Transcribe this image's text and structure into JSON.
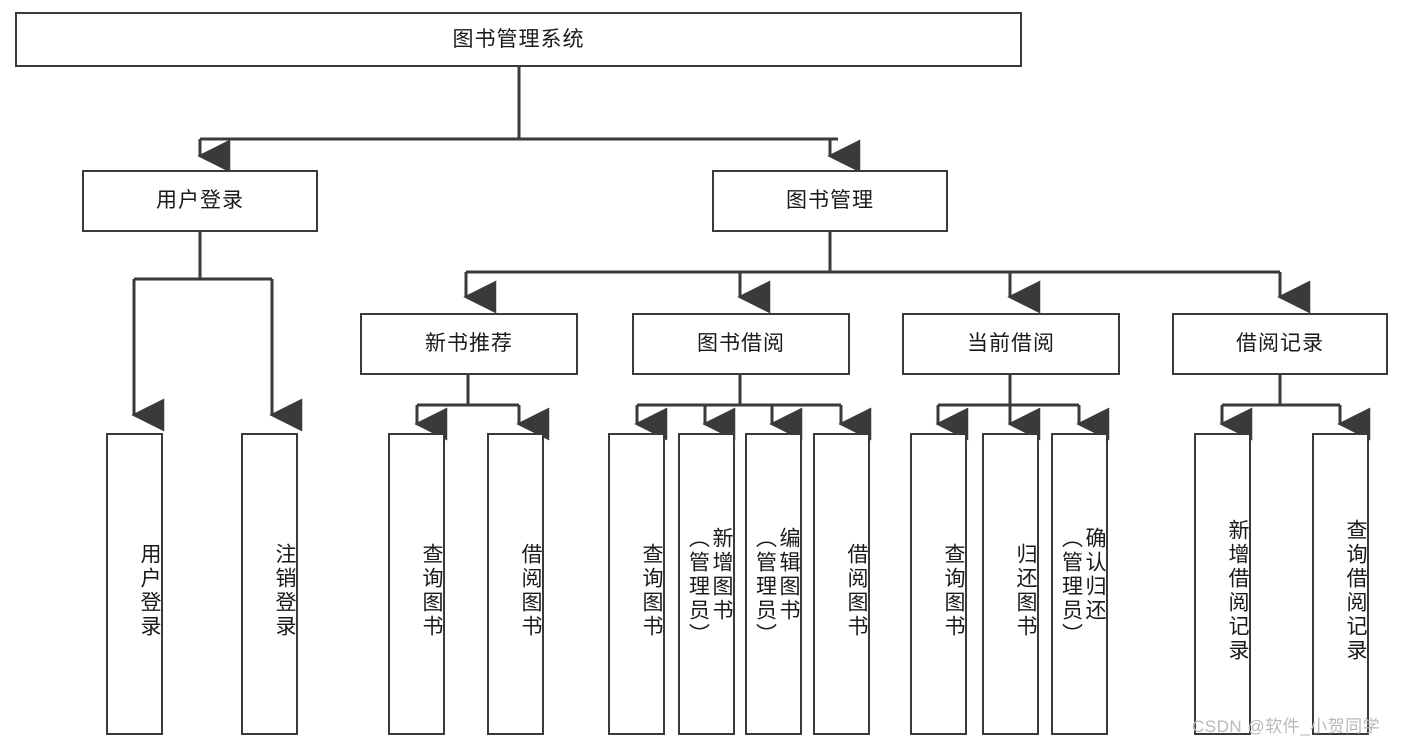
{
  "diagram": {
    "type": "tree-hierarchy",
    "title": "图书管理系统",
    "root": {
      "id": "root",
      "label": "图书管理系统"
    },
    "level1": [
      {
        "id": "user-login",
        "label": "用户登录"
      },
      {
        "id": "book-manage",
        "label": "图书管理"
      }
    ],
    "level2": [
      {
        "id": "new-book-rec",
        "label": "新书推荐",
        "parent": "book-manage"
      },
      {
        "id": "book-borrow",
        "label": "图书借阅",
        "parent": "book-manage"
      },
      {
        "id": "current-borrow",
        "label": "当前借阅",
        "parent": "book-manage"
      },
      {
        "id": "borrow-record",
        "label": "借阅记录",
        "parent": "book-manage"
      }
    ],
    "leaves": [
      {
        "id": "leaf-user-login",
        "label": "用户登录",
        "parent": "user-login"
      },
      {
        "id": "leaf-logout",
        "label": "注销登录",
        "parent": "user-login"
      },
      {
        "id": "leaf-query-book-1",
        "label": "查询图书",
        "parent": "new-book-rec"
      },
      {
        "id": "leaf-borrow-book-1",
        "label": "借阅图书",
        "parent": "new-book-rec"
      },
      {
        "id": "leaf-query-book-2",
        "label": "查询图书",
        "parent": "book-borrow"
      },
      {
        "id": "leaf-add-book",
        "label": "新增图书\n（管理员）",
        "parent": "book-borrow"
      },
      {
        "id": "leaf-edit-book",
        "label": "编辑图书\n（管理员）",
        "parent": "book-borrow"
      },
      {
        "id": "leaf-borrow-book-2",
        "label": "借阅图书",
        "parent": "book-borrow"
      },
      {
        "id": "leaf-query-book-3",
        "label": "查询图书",
        "parent": "current-borrow"
      },
      {
        "id": "leaf-return-book",
        "label": "归还图书",
        "parent": "current-borrow"
      },
      {
        "id": "leaf-confirm-return",
        "label": "确认归还\n（管理员）",
        "parent": "current-borrow"
      },
      {
        "id": "leaf-add-record",
        "label": "新增借阅记录",
        "parent": "borrow-record"
      },
      {
        "id": "leaf-query-record",
        "label": "查询借阅记录",
        "parent": "borrow-record"
      }
    ],
    "colors": {
      "stroke": "#3a3a3a",
      "background": "#ffffff",
      "text": "#1a1a1a",
      "watermark": "#b9b9b9"
    }
  },
  "watermark": {
    "text": "CSDN @软件_小贺同学"
  }
}
